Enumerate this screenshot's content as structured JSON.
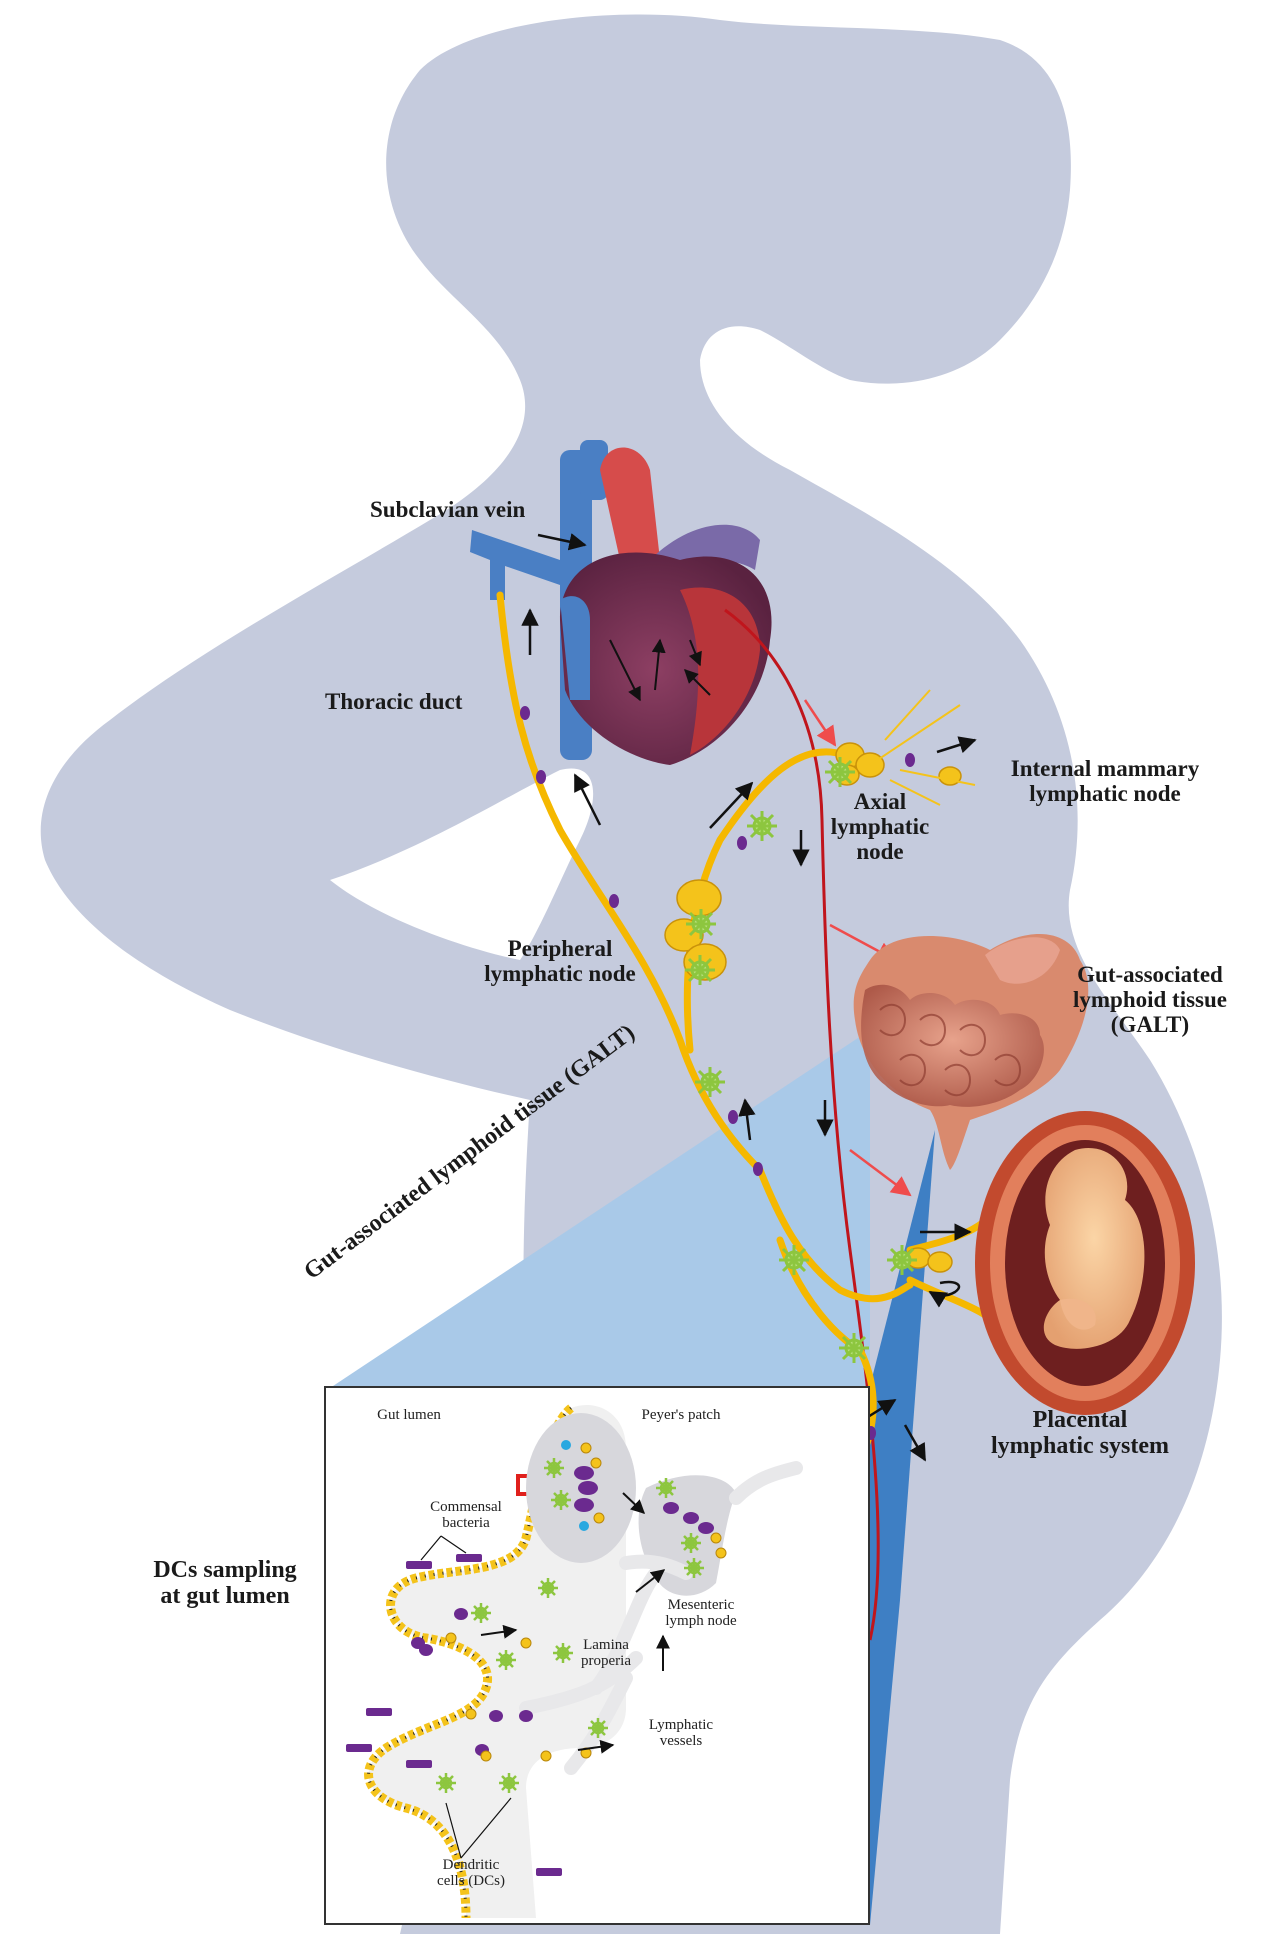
{
  "labels": {
    "subclavian_vein": "Subclavian vein",
    "thoracic_duct": "Thoracic duct",
    "internal_mammary_line1": "Internal mammary",
    "internal_mammary_line2": "lymphatic node",
    "axial_line1": "Axial",
    "axial_line2": "lymphatic",
    "axial_line3": "node",
    "peripheral_line1": "Peripheral",
    "peripheral_line2": "lymphatic node",
    "galt_right_line1": "Gut-associated",
    "galt_right_line2": "lymphoid tissue",
    "galt_right_line3": "(GALT)",
    "galt_rotated": "Gut-associated lymphoid tissue (GALT)",
    "placental_line1": "Placental",
    "placental_line2": "lymphatic system",
    "dcs_line1": "DCs sampling",
    "dcs_line2": "at gut lumen"
  },
  "inset": {
    "gut_lumen": "Gut lumen",
    "peyers_patch": "Peyer's patch",
    "commensal_line1": "Commensal",
    "commensal_line2": "bacteria",
    "mesenteric_line1": "Mesenteric",
    "mesenteric_line2": "lymph node",
    "lamina_line1": "Lamina",
    "lamina_line2": "properia",
    "lymphatic_line1": "Lymphatic",
    "lymphatic_line2": "vessels",
    "dendritic_line1": "Dendritic",
    "dendritic_line2": "cells (DCs)"
  },
  "colors": {
    "silhouette": "#c5cbdd",
    "lymph": "#f5b800",
    "artery": "#c0151c",
    "vein": "#4a7fc4",
    "wedge": "#a9c9e8",
    "dc": "#8dc63f",
    "lymphocyte": "#6b2a8f",
    "node_fill": "#f4c31b"
  }
}
